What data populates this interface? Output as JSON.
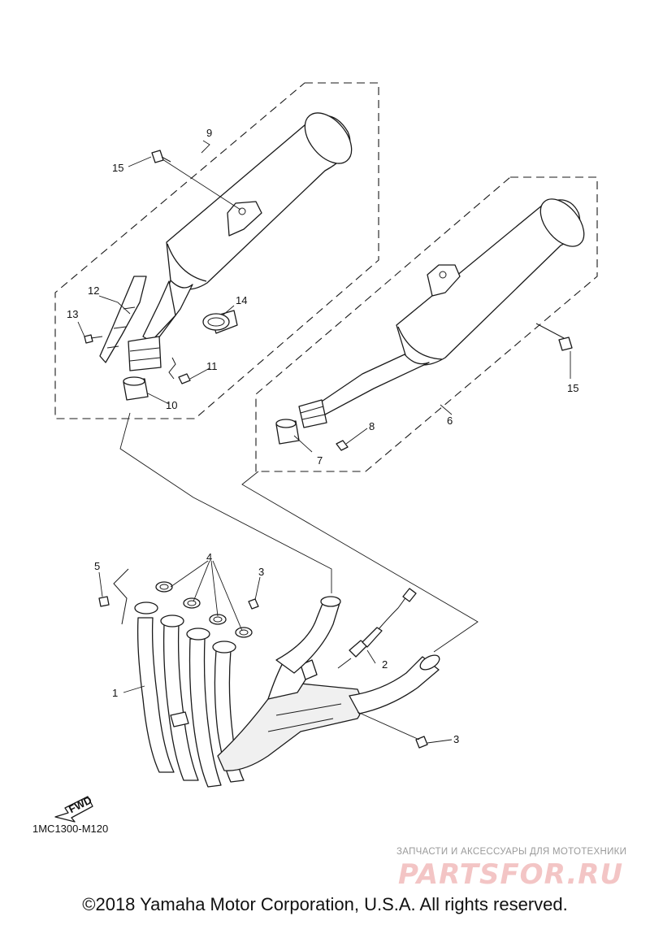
{
  "callouts": {
    "c1": "1",
    "c2": "2",
    "c3a": "3",
    "c3b": "3",
    "c4": "4",
    "c5": "5",
    "c6": "6",
    "c7": "7",
    "c8": "8",
    "c9": "9",
    "c10": "10",
    "c11": "11",
    "c12": "12",
    "c13": "13",
    "c14": "14",
    "c15a": "15",
    "c15b": "15"
  },
  "fwd_label": "FWD",
  "ref_code": "1MC1300-M120",
  "watermark": {
    "subtitle": "ЗАПЧАСТИ И АКСЕССУАРЫ ДЛЯ МОТОТЕХНИКИ",
    "logo": "PARTSFOR.RU"
  },
  "copyright": "©2018 Yamaha Motor Corporation, U.S.A. All rights reserved."
}
